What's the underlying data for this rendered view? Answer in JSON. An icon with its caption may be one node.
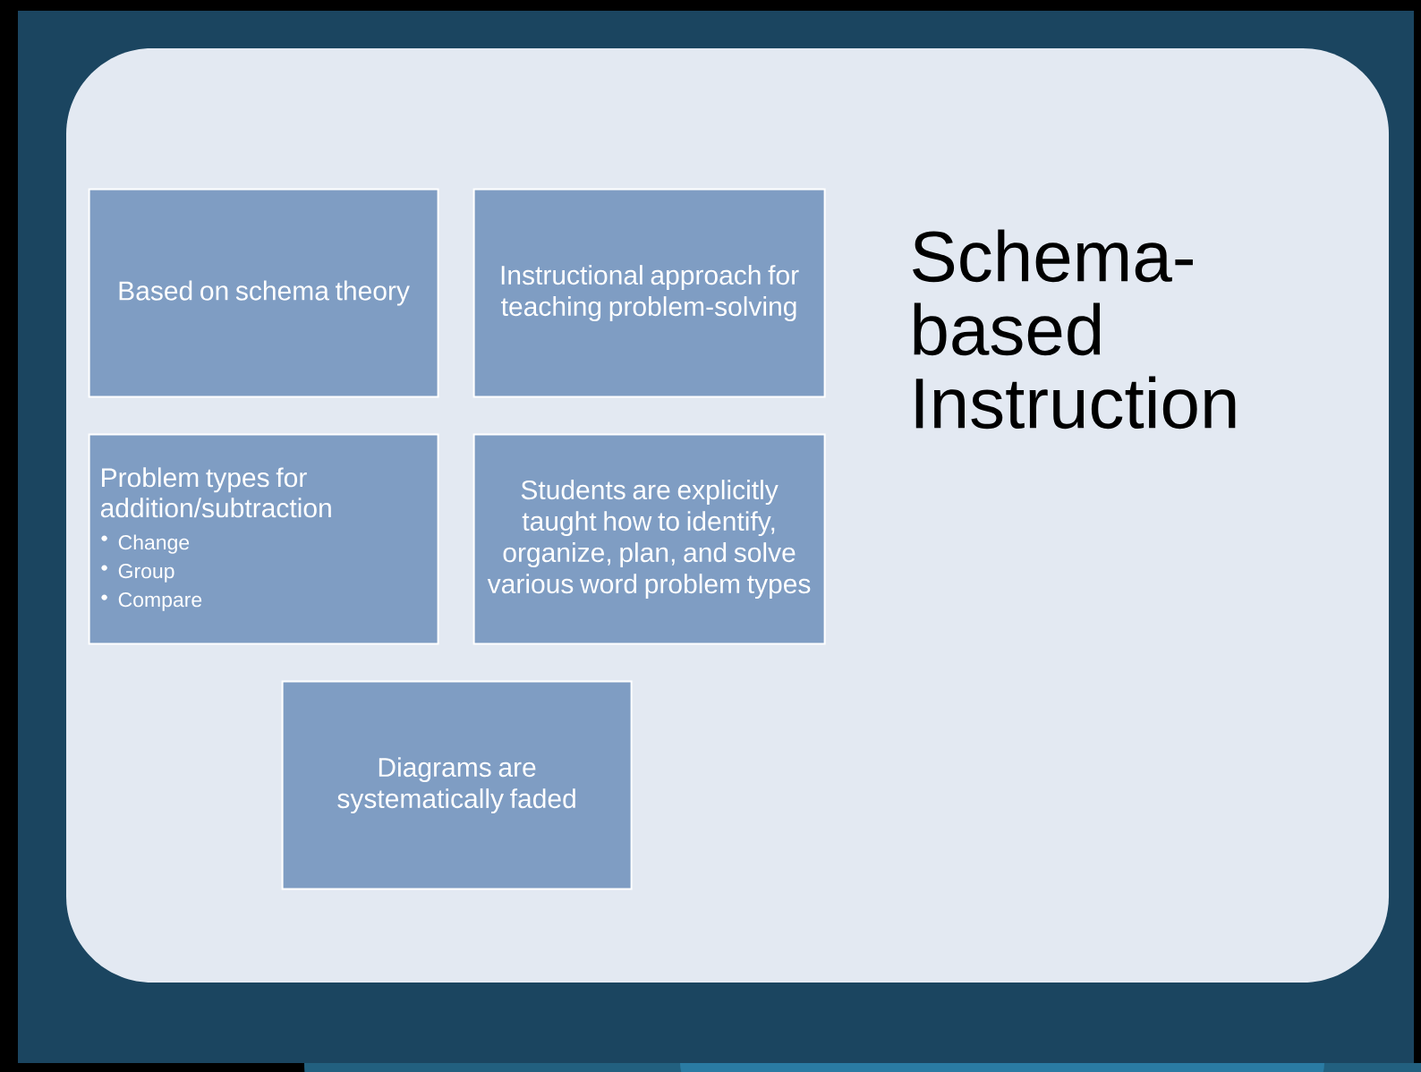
{
  "diagram": {
    "nodes": [
      {
        "text": [
          "Schema-based Instruction"
        ]
      },
      {
        "text": [
          "Based on schema theory"
        ],
        "in": 0
      },
      {
        "text": [
          "Instructional approach for teaching problem-solving"
        ],
        "in": 0
      },
      {
        "text": [
          "Problem types for addition/subtraction",
          "Change",
          "Group",
          "Compare"
        ],
        "in": 0
      },
      {
        "text": [
          "Students are explicitly taught how to identify, organize, plan, and solve various word problem types"
        ],
        "in": 0
      },
      {
        "text": [
          "Diagrams are systematically faded"
        ],
        "in": 0
      }
    ]
  }
}
